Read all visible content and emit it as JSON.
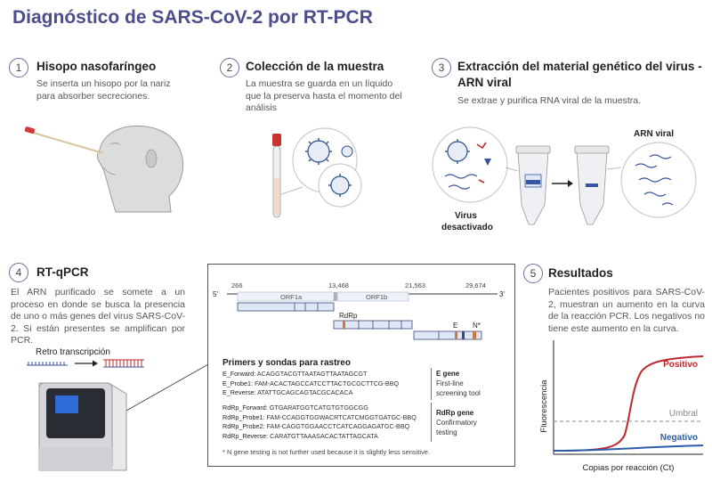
{
  "title": "Diagnóstico de SARS-CoV-2 por RT-PCR",
  "steps": [
    {
      "num": "1",
      "title": "Hisopo nasofaríngeo",
      "desc": "Se inserta un  hisopo por la nariz para absorber secreciones."
    },
    {
      "num": "2",
      "title": "Colección de la muestra",
      "desc": "La muestra se guarda en un líquido que la preserva hasta el momento del análisis"
    },
    {
      "num": "3",
      "title_line1": "Extracción del material genético del virus -",
      "title_line2": "ARN viral",
      "desc": "Se extrae y purifica RNA viral de la muestra."
    },
    {
      "num": "4",
      "title": "RT-qPCR",
      "desc": "El ARN purificado se somete a un proceso en donde se busca la presencia de uno o más genes del virus SARS-CoV-2. Si están presentes se amplifican por PCR."
    },
    {
      "num": "5",
      "title": "Resultados",
      "desc": "Pacientes positivos para SARS-CoV-2, muestran un aumento en la curva de la reacción PCR. Los negativos no tiene este aumento en la curva."
    }
  ],
  "labels": {
    "arn_viral": "ARN viral",
    "virus_desactivado_1": "Virus",
    "virus_desactivado_2": "desactivado",
    "retro": "Retro transcripción"
  },
  "genome": {
    "prime5": "5'",
    "prime3": "3'",
    "pos": [
      "266",
      "13,468",
      "21,563",
      "29,674"
    ],
    "orf1a": "ORF1a",
    "orf1b": "ORF1b",
    "rdrp": "RdRp",
    "e": "E",
    "n": "N*"
  },
  "primers": {
    "heading": "Primers y sondas para rastreo",
    "e_rows": [
      {
        "name": "E_Forward:",
        "seq": "ACAGGTACGTTAATAGTTAATAGCGT"
      },
      {
        "name": "E_Probe1:",
        "seq": "FAM-ACACTAGCCATCCTTACTGCGCTTCG-BBQ"
      },
      {
        "name": "E_Reverse:",
        "seq": "ATATTGCAGCAGTACGCACACA"
      }
    ],
    "e_gene_title": "E gene",
    "e_gene_desc1": "First-line",
    "e_gene_desc2": "screening tool",
    "rdrp_rows": [
      {
        "name": "RdRp_Forward:",
        "seq": "GTGARATGGTCATGTGTGGCGG"
      },
      {
        "name": "RdRp_Probe1:",
        "seq": "FAM-CCAGGTGGWACRTCATCMGGTGATGC-BBQ"
      },
      {
        "name": "RdRp_Probe2:",
        "seq": "FAM-CAGGTGGAACCTCATCAGGAGATGC-BBQ"
      },
      {
        "name": "RdRp_Reverse:",
        "seq": "CARATGTTAAASACACTATTAGCATA"
      }
    ],
    "rdrp_gene_title": "RdRp gene",
    "rdrp_gene_desc1": "Confirmatory",
    "rdrp_gene_desc2": "testing",
    "footnote": "* N gene testing is not further used because it is slightly less sensitive."
  },
  "chart_data": {
    "type": "line",
    "xlabel": "Copias por reacción (Ct)",
    "ylabel": "Fluorescencia",
    "series": [
      {
        "name": "Positivo",
        "color": "#c0282d"
      },
      {
        "name": "Umbral",
        "color": "#888888"
      },
      {
        "name": "Negativo",
        "color": "#2a5ea8"
      }
    ],
    "grid": false
  },
  "colors": {
    "title": "#4a4f8c",
    "positivo": "#c0282d",
    "negativo": "#2a5ea8",
    "umbral": "#888888",
    "bar_fill": "#dfe6f5",
    "bar_stroke": "#3a4a7a"
  }
}
